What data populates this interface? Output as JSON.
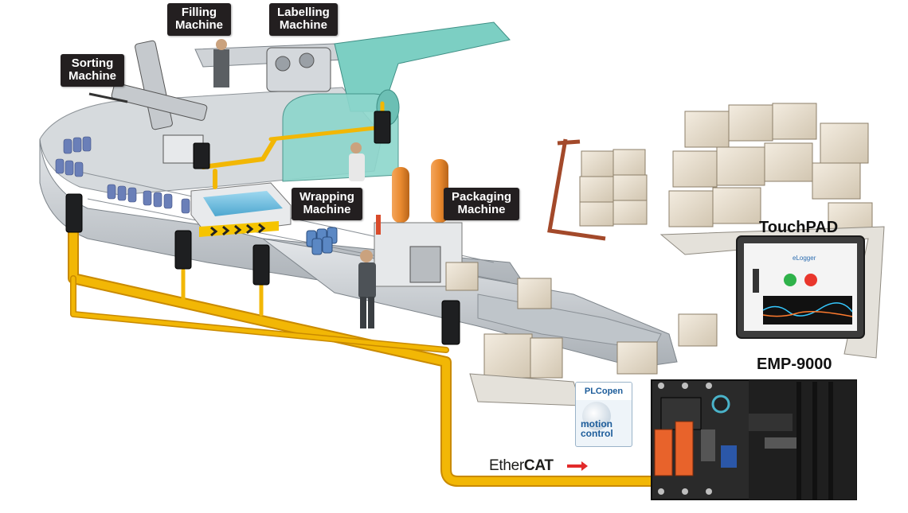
{
  "labels": {
    "sorting_line1": "Sorting",
    "sorting_line2": "Machine",
    "filling_line1": "Filling",
    "filling_line2": "Machine",
    "labelling_line1": "Labelling",
    "labelling_line2": "Machine",
    "wrapping_line1": "Wrapping",
    "wrapping_line2": "Machine",
    "packaging_line1": "Packaging",
    "packaging_line2": "Machine",
    "touchpad": "TouchPAD",
    "emp": "EMP-9000"
  },
  "logos": {
    "ethercat_prefix": "Ether",
    "ethercat_bold": "CAT",
    "plcopen": "PLCopen",
    "motion": "motion",
    "control": "control"
  },
  "screen": {
    "title": "eLogger"
  },
  "colors": {
    "ethercat_cable": "#f2b705",
    "cable_edge": "#c98a00",
    "label_bg": "#231f20",
    "conveyor": "#c9cdd1",
    "teal_film": "#7ccfc3",
    "box": "#e9dfcc",
    "controller": "#2a2a2a"
  }
}
